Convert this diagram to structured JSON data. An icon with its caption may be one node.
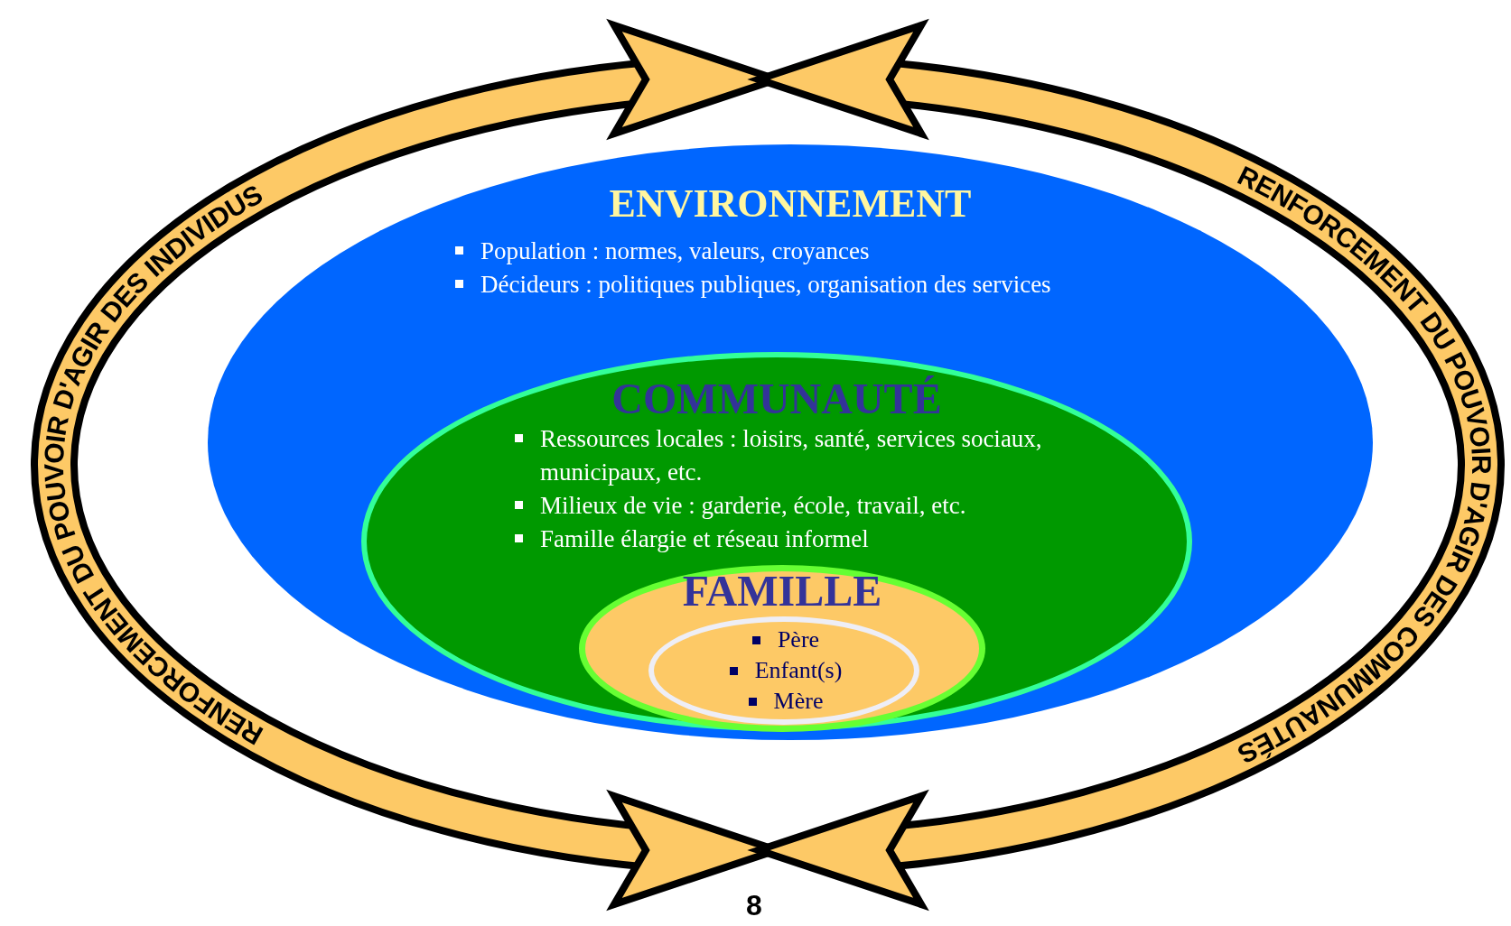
{
  "diagram": {
    "nodes": [
      {
        "text": [
          "ENVIRONNEMENT",
          "Population : normes, valeurs, croyances",
          "Décideurs : politiques publiques, organisation des services"
        ]
      },
      {
        "text": [
          "COMMUNAUTÉ",
          "Ressources locales : loisirs, santé, services sociaux, municipaux, etc.",
          "Milieux de vie : garderie, école, travail,  etc.",
          "Famille élargie et réseau informel"
        ],
        "in": 0
      },
      {
        "text": [
          "FAMILLE"
        ],
        "in": 1
      },
      {
        "text": [
          "Père",
          "Enfant(s)",
          "Mère"
        ],
        "in": 2
      }
    ],
    "labels": [
      "RENFORCEMENT DU POUVOIR D'AGIR DES INDIVIDUS",
      "RENFORCEMENT DU POUVOIR D'AGIR DES COMMUNAUTÉS",
      "8"
    ]
  }
}
